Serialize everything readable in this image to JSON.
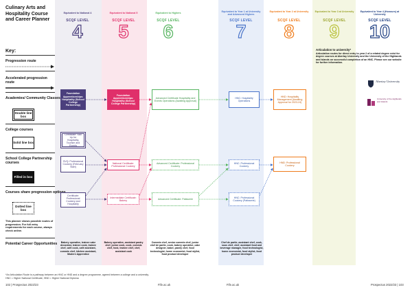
{
  "title": "Culinary Arts and Hospitality Course and Career Planner",
  "colors": {
    "scqf4": "#4b3f7d",
    "scqf5": "#e0306a",
    "scqf6": "#54b35e",
    "scqf7": "#4a74c9",
    "scqf8": "#ef7b1a",
    "scqf9": "#b9c23a",
    "scqf10": "#1f3f82"
  },
  "columns": [
    {
      "equivalent": "Equivalent to National 4",
      "scqf": "SCQF LEVEL",
      "level": "4"
    },
    {
      "equivalent": "Equivalent to National 5",
      "scqf": "SCQF LEVEL",
      "level": "5"
    },
    {
      "equivalent": "Equivalent to Highers",
      "scqf": "SCQF LEVEL",
      "level": "6"
    },
    {
      "equivalent": "Equivalent to Year 1 at University and Advanced Highers",
      "scqf": "SCQF LEVEL",
      "level": "7"
    },
    {
      "equivalent": "Equivalent to Year 2 at University",
      "scqf": "SCQF LEVEL",
      "level": "8"
    },
    {
      "equivalent": "Equivalent to Year 3 at University",
      "scqf": "SCQF LEVEL",
      "level": "9"
    },
    {
      "equivalent": "Equivalent to Year 4 (Honours) at University",
      "scqf": "SCQF LEVEL",
      "level": "10"
    }
  ],
  "key": {
    "heading": "Key:",
    "progression": "Progression route",
    "accelerated": "Accelerated progression route",
    "academies": "Academies/ Community Classes",
    "double_box": "Double line box",
    "college": "College courses",
    "solid_box": "Solid line box",
    "partnership": "School College Partnership courses",
    "filled_box": "Filled in box",
    "shared": "Courses share progression options",
    "dotted_box": "Dotted line box",
    "note": "This planner shows possible routes of progression. For full entry requirements for each course, always check online."
  },
  "courses": {
    "c4_foundation": "Foundation Apprenticeships: Hospitality (School College Partnership)",
    "c5_foundation": "Foundation Apprenticeships: Hospitality (School College Partnership)",
    "c6_adv_hosp": "Advanced Certificate Hospitality and Events Operations (Awaiting Approval)",
    "c7_hnc_hosp": "HNC: Hospitality Operations",
    "c8_hnd_hosp": "HND: Hospitality Management (Awaiting Approval for 2023-24)",
    "c4_skill": "Certificate: Skill Up for Hospitality, Tourism and Events",
    "c4_svq": "SVQ: Professional Cookery (February Start)",
    "c5_nat_cert": "National Certificate: Professional Cookery",
    "c6_adv_cookery": "Advanced Certificate: Professional Cookery",
    "c7_hnc_cookery": "HNC: Professional Cookery",
    "c8_hnd_cookery": "HND: Professional Cookery",
    "c4_cert": "Certificate: Professional Cookery and Hospitality",
    "c5_bakery": "Intermediate Certificate: Bakery",
    "c6_patisserie": "Advanced Certificate: Patisserie",
    "c7_hnc_patisserie": "HNC: Professional Cookery (Patisserie)"
  },
  "articulation": {
    "heading": "Articulation to university*",
    "body": "Articulation routes for direct entry to year 2 of a related degree exist for degree courses at Abertay University and the University of the Highlands and Islands on successful completion of an HNC. Please see our website for further information.",
    "logo1": "Abertay University",
    "logo2": "University of the Highlands and Islands"
  },
  "careers_heading": "Potential Career Opportunities",
  "careers": [
    "Bakery operative, trainee cake decorator, trainee cook, trainee chef, café cook, café assistant, commis chef, kitchen assistant, Modern Apprentice",
    "Bakery operative, assistant pastry chef, junior cook, cook, commis chef, host, trainee chef, chef, assistant cook",
    "Commis chef, senior commis chef, junior chef de partie, cook, bakery operative, cake designer, baker, pastry chef, food technologist, home economist, food stylist, food product developer",
    "Chef de partie, assistant chef, cook, sous chef, chef, assistant food and beverage manager, food technologist, home economist, food stylist, food product developer"
  ],
  "footnote1": "*An Articulation Route is a pathway between an HNC or HND and a degree programme, agreed between a college and a university.",
  "footnote2": "HNC = Higher National Certificate, HND = Higher National Diploma",
  "footer_left": "102  |  Prospectus 2022/23",
  "footer_url1": "Fife.ac.uk",
  "footer_url2": "Fife.ac.uk",
  "footer_right": "Prospectus 2022/23  |  103"
}
